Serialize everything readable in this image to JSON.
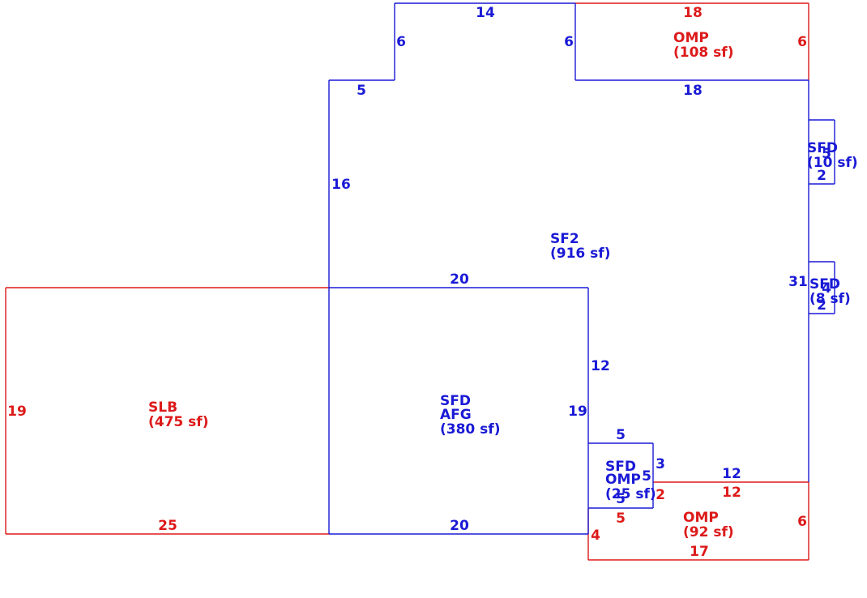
{
  "colors": {
    "blue": "#1a1ad6",
    "red": "#dd1a1a"
  },
  "areas": {
    "sf2": {
      "code": "SF2",
      "size": "(916 sf)"
    },
    "slb": {
      "code": "SLB",
      "size": "(475 sf)"
    },
    "sfd_afg": {
      "code": "SFD",
      "code2": "AFG",
      "size": "(380 sf)"
    },
    "omp_top": {
      "code": "OMP",
      "size": "(108 sf)"
    },
    "sfd_top_right": {
      "code": "SFD",
      "size": "(10 sf)"
    },
    "sfd_mid_right": {
      "code": "SFD",
      "size": "(8 sf)"
    },
    "sfd_omp_small": {
      "code": "SFD",
      "code2": "OMP",
      "size": "(25 sf)"
    },
    "omp_bottom": {
      "code": "OMP",
      "size": "(92 sf)"
    }
  },
  "dims": {
    "sf2_top_14": "14",
    "sf2_left_notch_6": "6",
    "sf2_right_notch_6": "6",
    "sf2_step_5": "5",
    "sf2_left_16": "16",
    "sf2_mid_18": "18",
    "sf2_right_31": "31",
    "sf2_bottom_12": "12",
    "sfd_top_20": "20",
    "sfd_right_12": "12",
    "sfd_right_19": "19",
    "sfd_bottom_20": "20",
    "omp_top_18": "18",
    "omp_top_6": "6",
    "slb_19": "19",
    "slb_25": "25",
    "sfd10_2": "2",
    "sfd10_5": "5",
    "sfd8_4": "4",
    "sfd8_2": "2",
    "small_top_5": "5",
    "small_3": "3",
    "small_5": "5",
    "small_bottom_5": "5",
    "ompb_2": "2",
    "ompb_12": "12",
    "ompb_5": "5",
    "ompb_6": "6",
    "ompb_4": "4",
    "ompb_17": "17"
  }
}
